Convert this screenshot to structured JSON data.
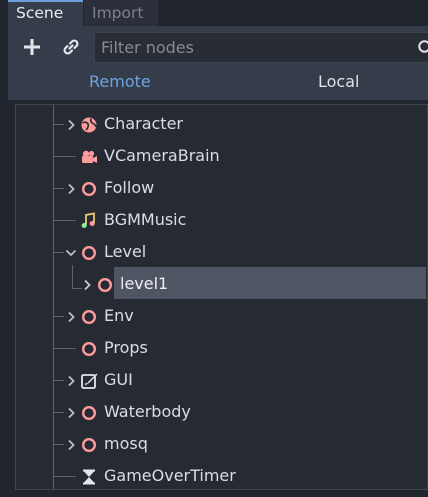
{
  "tabs": [
    {
      "label": "Scene",
      "active": true
    },
    {
      "label": "Import",
      "active": false
    }
  ],
  "toolbar": {
    "add_icon": "plus-icon",
    "link_icon": "link-icon",
    "filter_placeholder": "Filter nodes",
    "search_icon": "search-icon"
  },
  "mode": {
    "remote_label": "Remote",
    "local_label": "Local",
    "remote_color": "#6fa2e3"
  },
  "tree": {
    "nodes": [
      {
        "label": "Character",
        "icon": "globe-node-icon",
        "expandable": true,
        "expanded": false
      },
      {
        "label": "VCameraBrain",
        "icon": "camera-icon",
        "expandable": false
      },
      {
        "label": "Follow",
        "icon": "node-circle-icon",
        "expandable": true,
        "expanded": false
      },
      {
        "label": "BGMMusic",
        "icon": "audio-player-icon",
        "expandable": false
      },
      {
        "label": "Level",
        "icon": "node-circle-icon",
        "expandable": true,
        "expanded": true
      },
      {
        "label": "level1",
        "icon": "node-circle-icon",
        "expandable": true,
        "expanded": false,
        "selected": true
      },
      {
        "label": "Env",
        "icon": "node-circle-icon",
        "expandable": true,
        "expanded": false
      },
      {
        "label": "Props",
        "icon": "node-circle-icon",
        "expandable": false
      },
      {
        "label": "GUI",
        "icon": "gui-control-icon",
        "expandable": true,
        "expanded": false
      },
      {
        "label": "Waterbody",
        "icon": "node-circle-icon",
        "expandable": true,
        "expanded": false
      },
      {
        "label": "mosq",
        "icon": "node-circle-icon",
        "expandable": true,
        "expanded": false
      },
      {
        "label": "GameOverTimer",
        "icon": "hourglass-timer-icon",
        "expandable": false
      }
    ]
  },
  "colors": {
    "node_accent": "#fc9c9c",
    "selection": "#4f5563",
    "active_tab_border": "#6d9edc"
  }
}
